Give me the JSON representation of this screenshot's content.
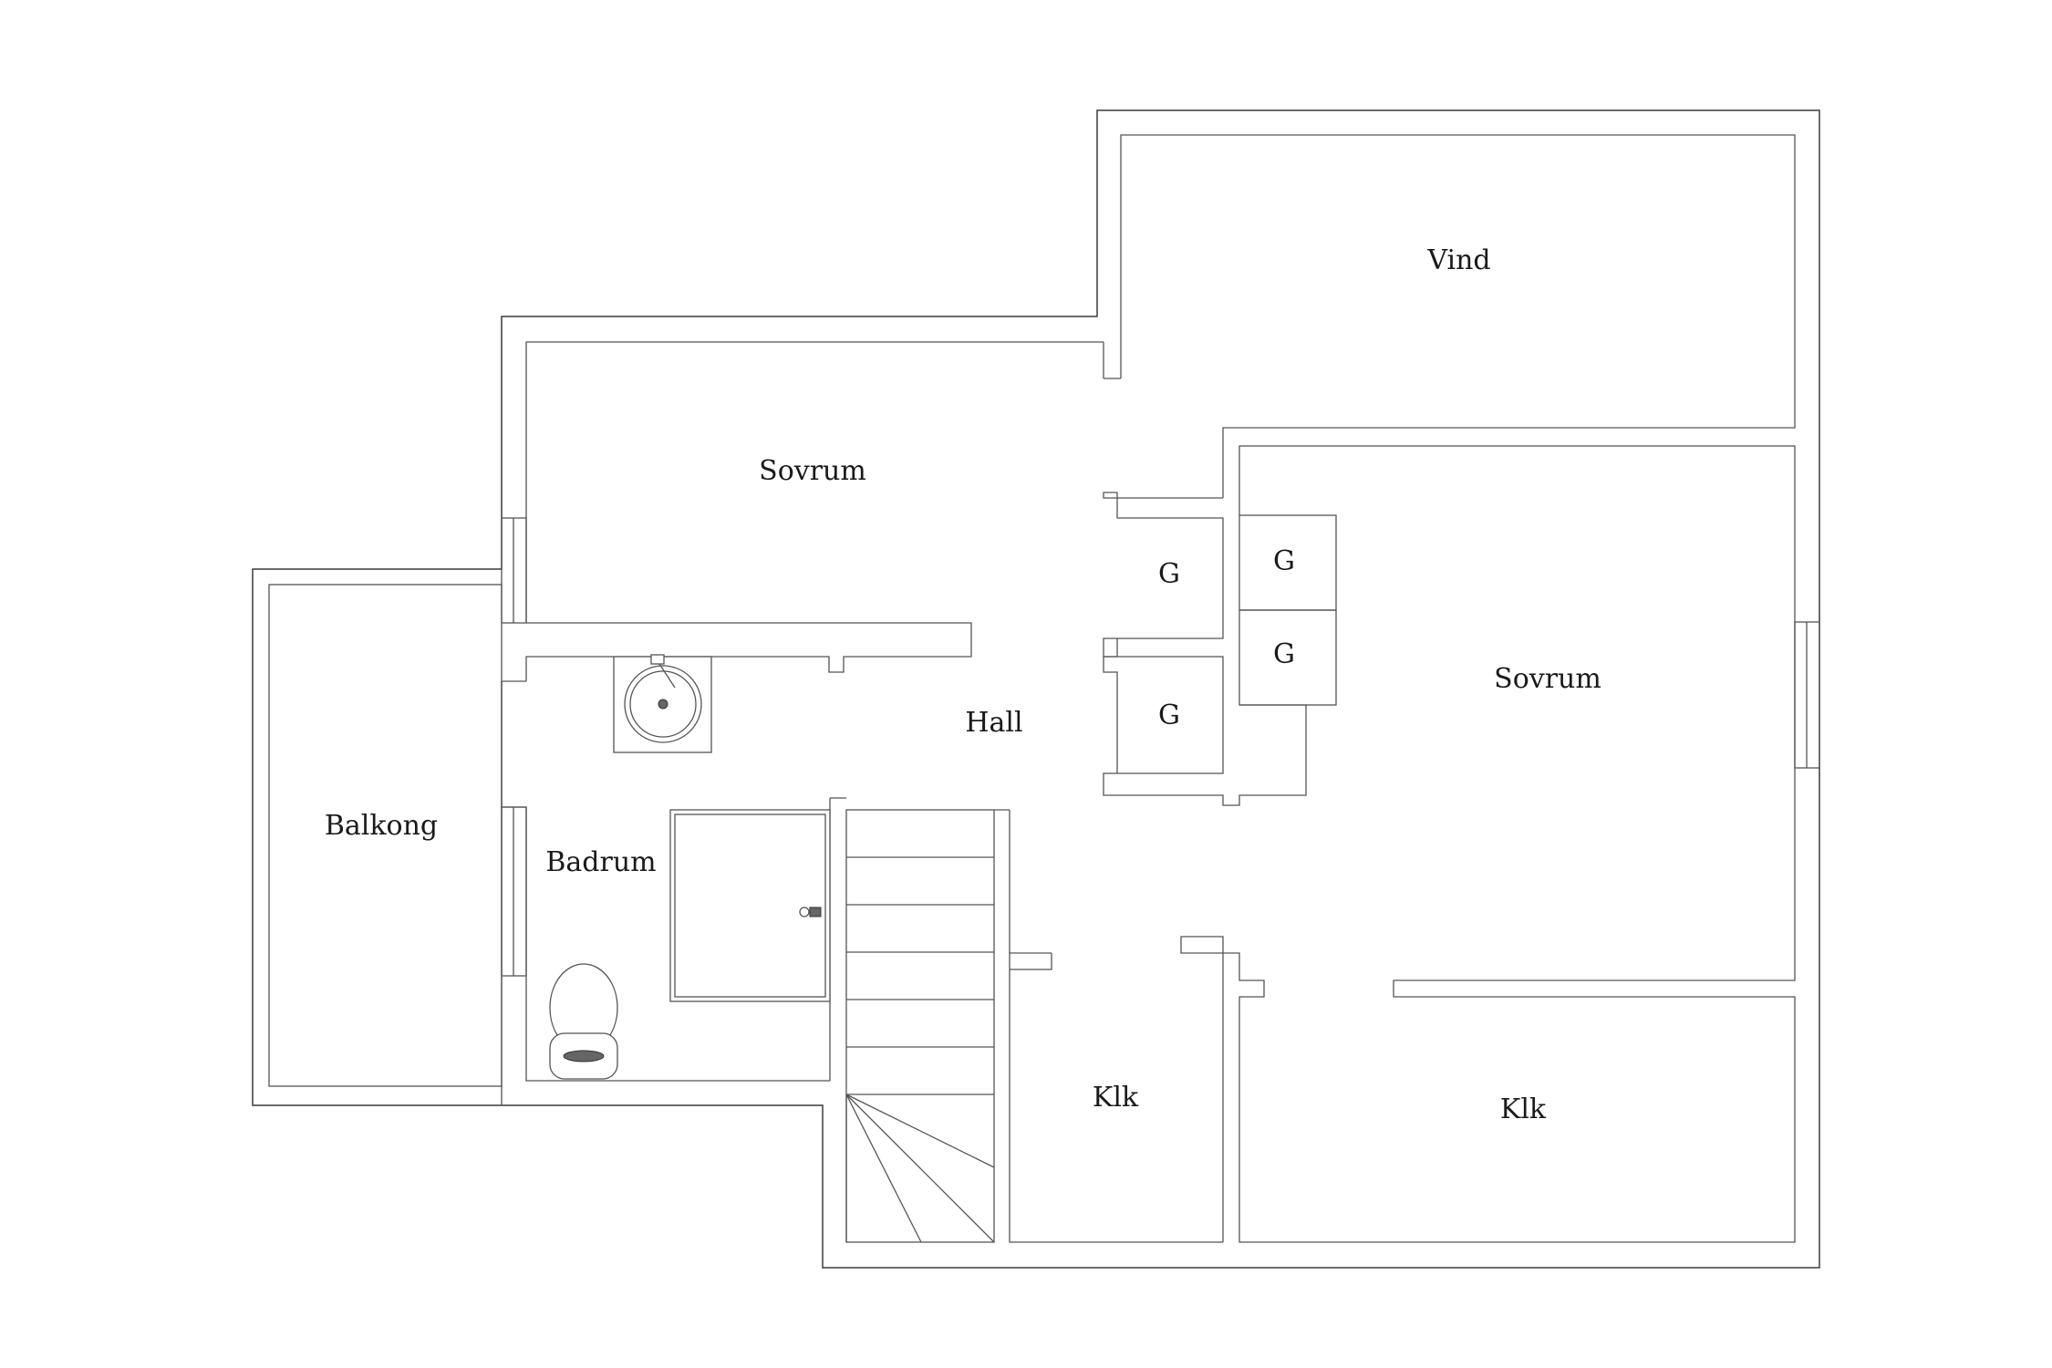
{
  "rooms": {
    "vind": "Vind",
    "sovrum_top": "Sovrum",
    "sovrum_right": "Sovrum",
    "hall": "Hall",
    "balkong": "Balkong",
    "badrum": "Badrum",
    "klk_left": "Klk",
    "klk_right": "Klk",
    "g_1": "G",
    "g_2": "G",
    "g_3": "G",
    "g_4": "G"
  }
}
